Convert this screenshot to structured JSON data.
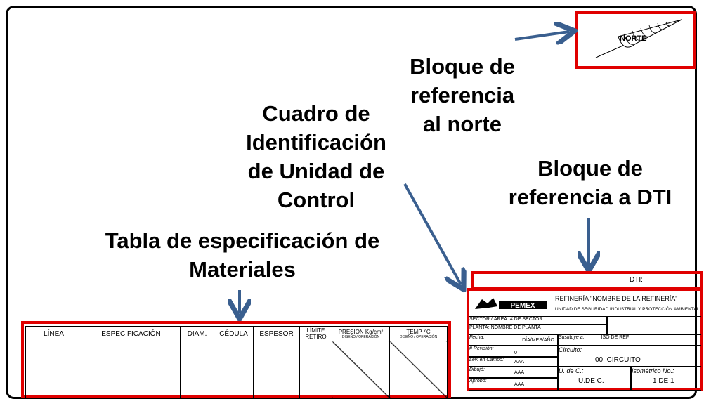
{
  "callouts": {
    "north_ref": "Bloque de\nreferencia\nal norte",
    "control_unit": "Cuadro de\nIdentificación\nde Unidad de\nControl",
    "dti_ref": "Bloque de\nreferencia a DTI",
    "materials": "Tabla de especificación de\nMateriales"
  },
  "north_block": {
    "label": "NORTE"
  },
  "materials_table": {
    "headers": [
      "LÍNEA",
      "ESPECIFICACIÓN",
      "DIAM.",
      "CÉDULA",
      "ESPESOR",
      "LÍMITE RETIRO",
      "PRESIÓN Kg/cm²",
      "TEMP. ºC"
    ],
    "subheaders": {
      "pressure": "DISEÑO / OPERACIÓN",
      "temp": "DISEÑO / OPERACIÓN"
    }
  },
  "title_block": {
    "dti_label": "DTI:",
    "logo_text": "PEMEX",
    "refinery": "REFINERÍA \"NOMBRE DE LA REFINERÍA\"",
    "unit": "UNIDAD DE SEGURIDAD INDUSTRIAL Y PROTECCIÓN AMBIENTAL",
    "sector_label": "SECTOR / ÁREA:",
    "sector_value": "# DE SECTOR",
    "planta_label": "PLANTA:",
    "planta_value": "NOMBRE DE PLANTA",
    "fecha_label": "Fecha:",
    "fecha_value": "DÍA/MES/AÑO",
    "sustituye_label": "Sustituye a:",
    "sustituye_value": "ISO DE REF",
    "revision_label": "# Revisión:",
    "revision_value": "0",
    "circuito_label": "Circuito:",
    "circuito_value": "00. CIRCUITO",
    "levcampo_label": "Lev. en Campo:",
    "levcampo_value": "AAA",
    "dibujo_label": "Dibujó:",
    "dibujo_value": "AAA",
    "udec_label": "U. de C.:",
    "udec_value": "U.DE C.",
    "isometrico_label": "Isométrico No.:",
    "isometrico_value": "1 DE 1",
    "aprobo_label": "Aprobó:",
    "aprobo_value": "AAA"
  },
  "colors": {
    "arrow": "#3a5f8f",
    "highlight": "#e00000"
  }
}
